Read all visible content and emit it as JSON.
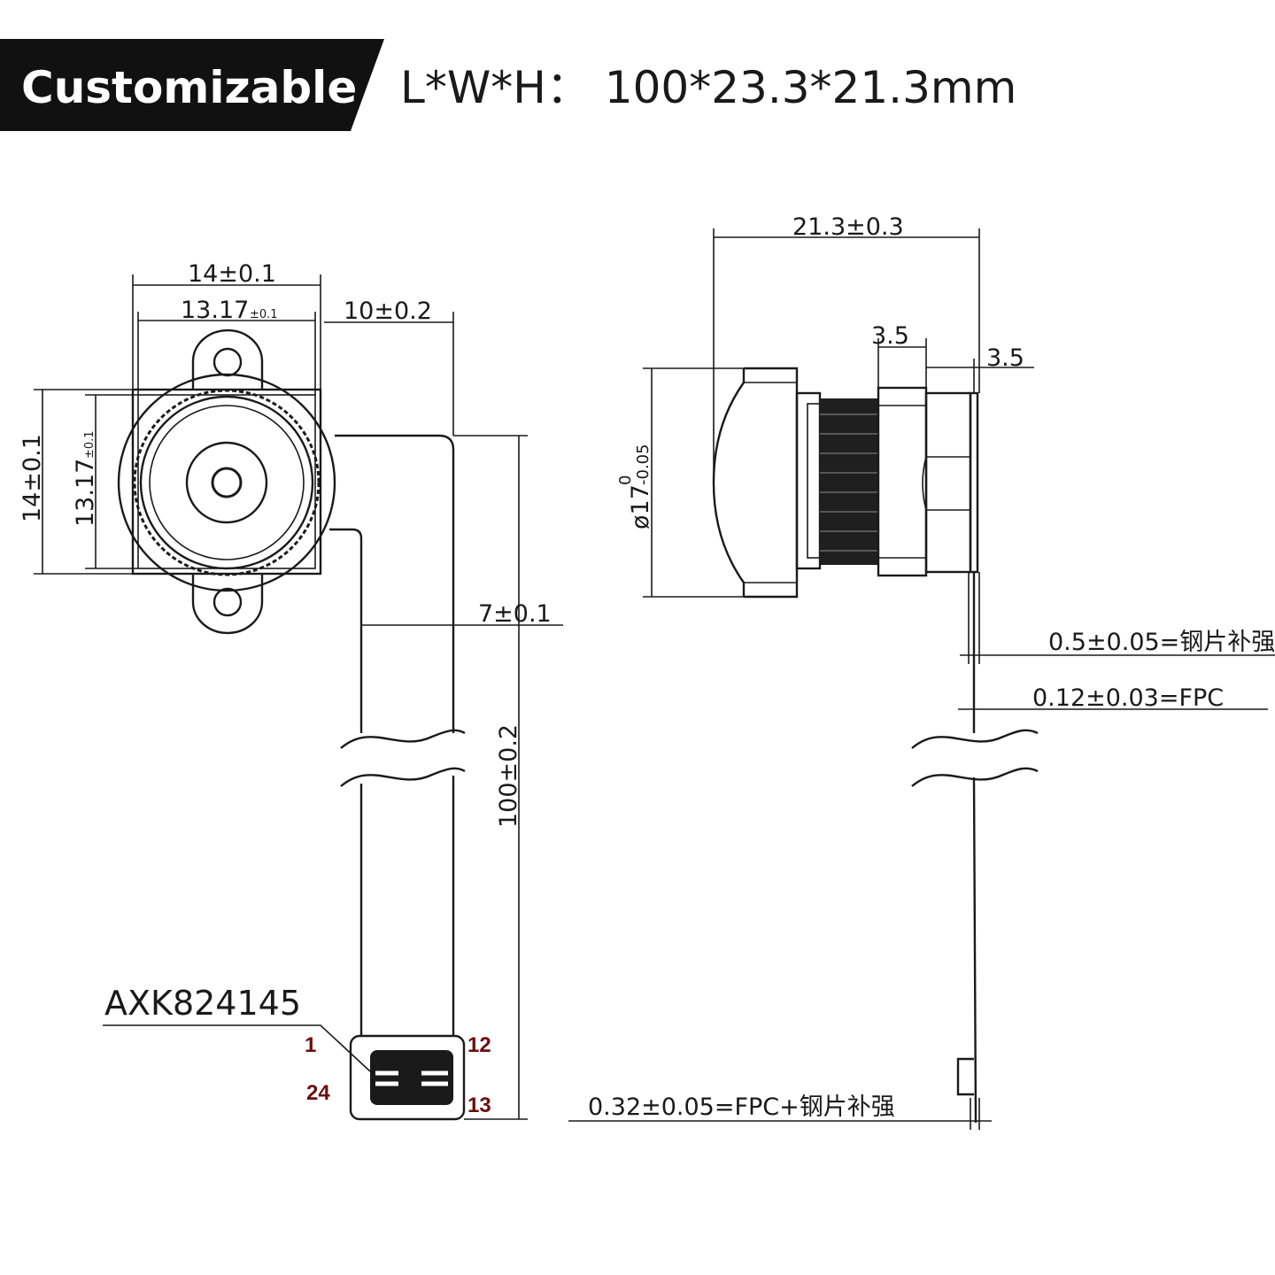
{
  "header": {
    "badge": "Customizable",
    "dimensions_text": "L*W*H： 100*23.3*21.3mm"
  },
  "front_view": {
    "width_outer": "14±0.1",
    "width_inner": "13.17",
    "width_inner_tol": "±0.1",
    "fpc_width": "10±0.2",
    "height_outer": "14±0.1",
    "height_inner": "13.17",
    "height_inner_tol": "±0.1",
    "fpc_narrow": "7±0.1",
    "length": "100±0.2",
    "connector_part": "AXK824145",
    "pins": {
      "p1": "1",
      "p12": "12",
      "p13": "13",
      "p24": "24"
    }
  },
  "side_view": {
    "depth": "21.3±0.3",
    "step_a": "3.5",
    "step_b": "3.5",
    "lens_dia": "ø17",
    "lens_dia_tol_upper": "0",
    "lens_dia_tol_lower": "-0.05",
    "stiffener": "0.5±0.05=钢片补强",
    "fpc_thickness": "0.12±0.03=FPC",
    "total_thickness": "0.32±0.05=FPC+钢片补强"
  }
}
